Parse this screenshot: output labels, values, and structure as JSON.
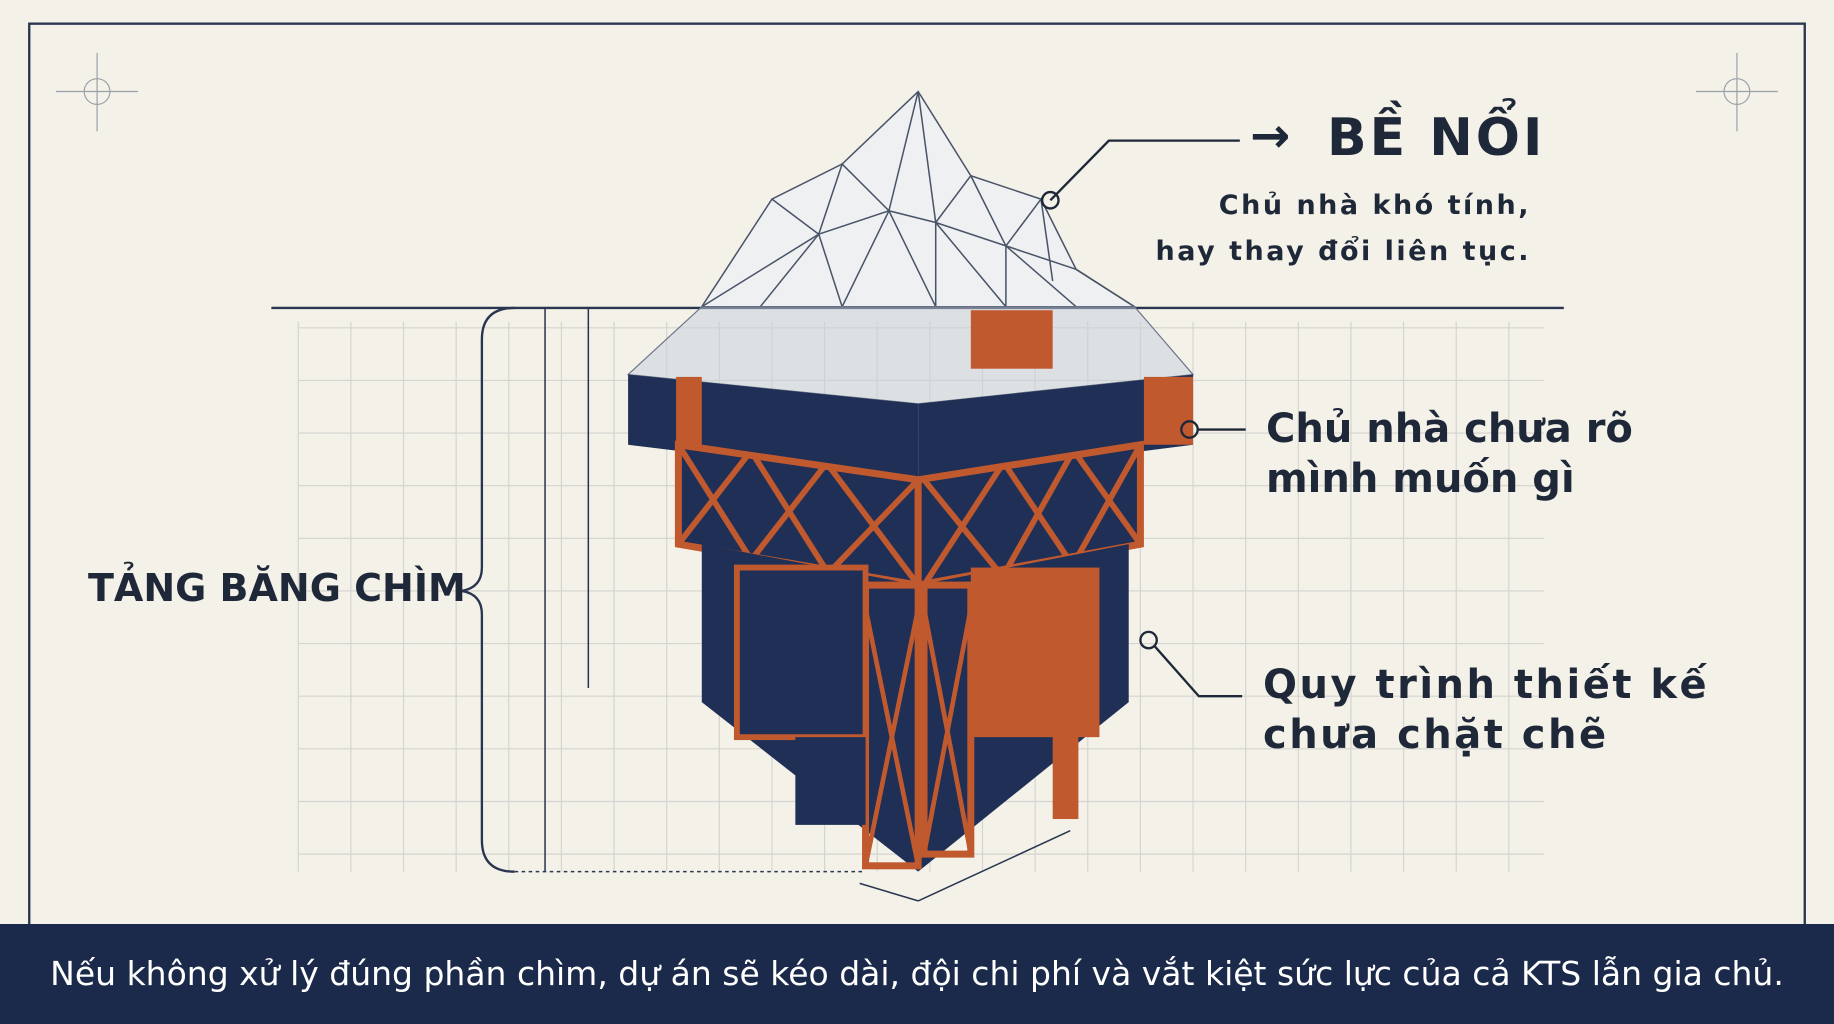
{
  "top_label": {
    "arrow": "→",
    "title": "BỀ NỔI",
    "lines": [
      "Chủ nhà khó tính,",
      "hay thay đổi liên tục."
    ]
  },
  "middle_label": {
    "lines": [
      "Chủ nhà chưa rõ",
      "mình muốn gì"
    ]
  },
  "lower_label": {
    "lines": [
      "Quy trình thiết kế",
      "chưa chặt chẽ"
    ]
  },
  "left_label": "TẢNG BĂNG CHÌM",
  "footer": "Nếu không xử lý đúng phần chìm, dự án sẽ kéo dài, đội chi phí và vắt kiệt sức lực của cả KTS lẫn gia chủ.",
  "colors": {
    "navy": "#1b2a4a",
    "orange": "#c1592f",
    "paper": "#f3f1e8"
  }
}
